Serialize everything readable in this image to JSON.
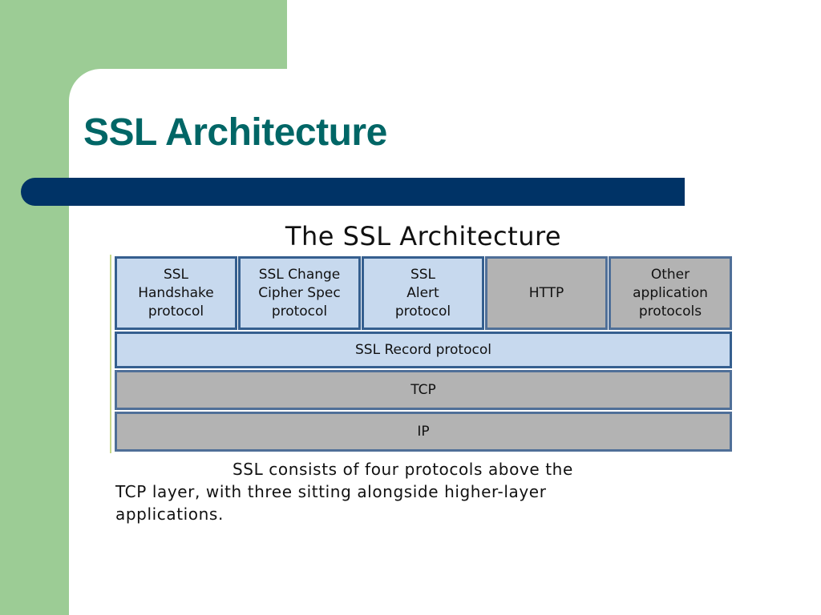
{
  "slide": {
    "title": "SSL Architecture"
  },
  "diagram": {
    "title": "The SSL Architecture",
    "top_row": [
      {
        "label": "SSL\nHandshake\nprotocol",
        "kind": "ssl"
      },
      {
        "label": "SSL Change\nCipher Spec\nprotocol",
        "kind": "ssl"
      },
      {
        "label": "SSL\nAlert\nprotocol",
        "kind": "ssl"
      },
      {
        "label": "HTTP",
        "kind": "other"
      },
      {
        "label": "Other\napplication\nprotocols",
        "kind": "other"
      }
    ],
    "record_layer": "SSL Record protocol",
    "tcp_layer": "TCP",
    "ip_layer": "IP",
    "caption_line1": "SSL consists of four protocols above the",
    "caption_line2": "TCP layer, with three sitting alongside higher-layer",
    "caption_line3": "applications."
  },
  "colors": {
    "green_block": "#9ccc95",
    "title_text": "#006666",
    "title_bar": "#003366",
    "ssl_cell": "#c7d9ee",
    "gray_cell": "#b3b3b3",
    "cell_border": "#355f8f"
  }
}
